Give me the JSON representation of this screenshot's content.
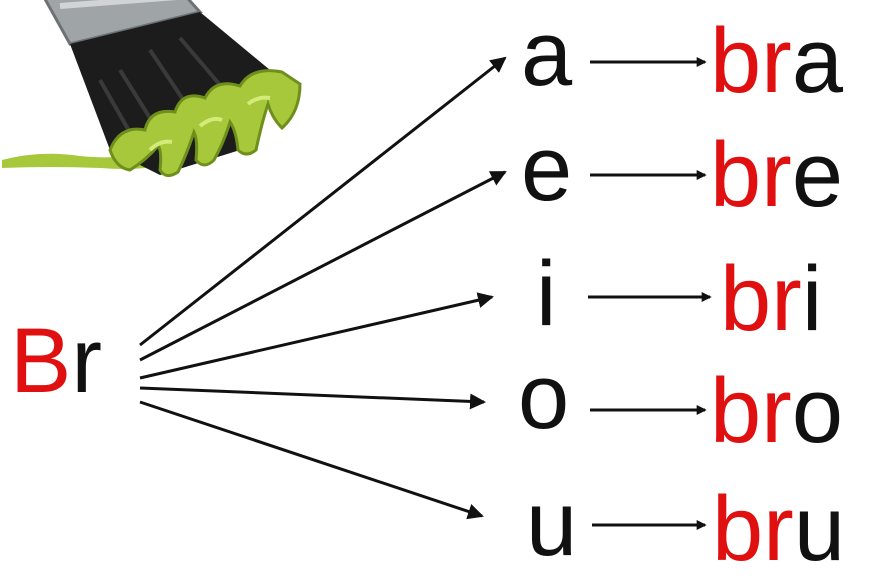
{
  "colors": {
    "accent_red": "#e01010",
    "text_black": "#111111",
    "brush_ferrule": "#9fa4a6",
    "brush_bristles": "#1c1c1c",
    "paint_green": "#a6c83a",
    "paint_green_dark": "#6f8f1c"
  },
  "source": {
    "prefix": "B",
    "rest": "r"
  },
  "rows": [
    {
      "vowel": "a",
      "result_prefix": "br",
      "result_vowel": "a"
    },
    {
      "vowel": "e",
      "result_prefix": "br",
      "result_vowel": "e"
    },
    {
      "vowel": "i",
      "result_prefix": "br",
      "result_vowel": "i"
    },
    {
      "vowel": "o",
      "result_prefix": "br",
      "result_vowel": "o"
    },
    {
      "vowel": "u",
      "result_prefix": "br",
      "result_vowel": "u"
    }
  ],
  "illustration": {
    "icon": "paint-brush-icon"
  }
}
